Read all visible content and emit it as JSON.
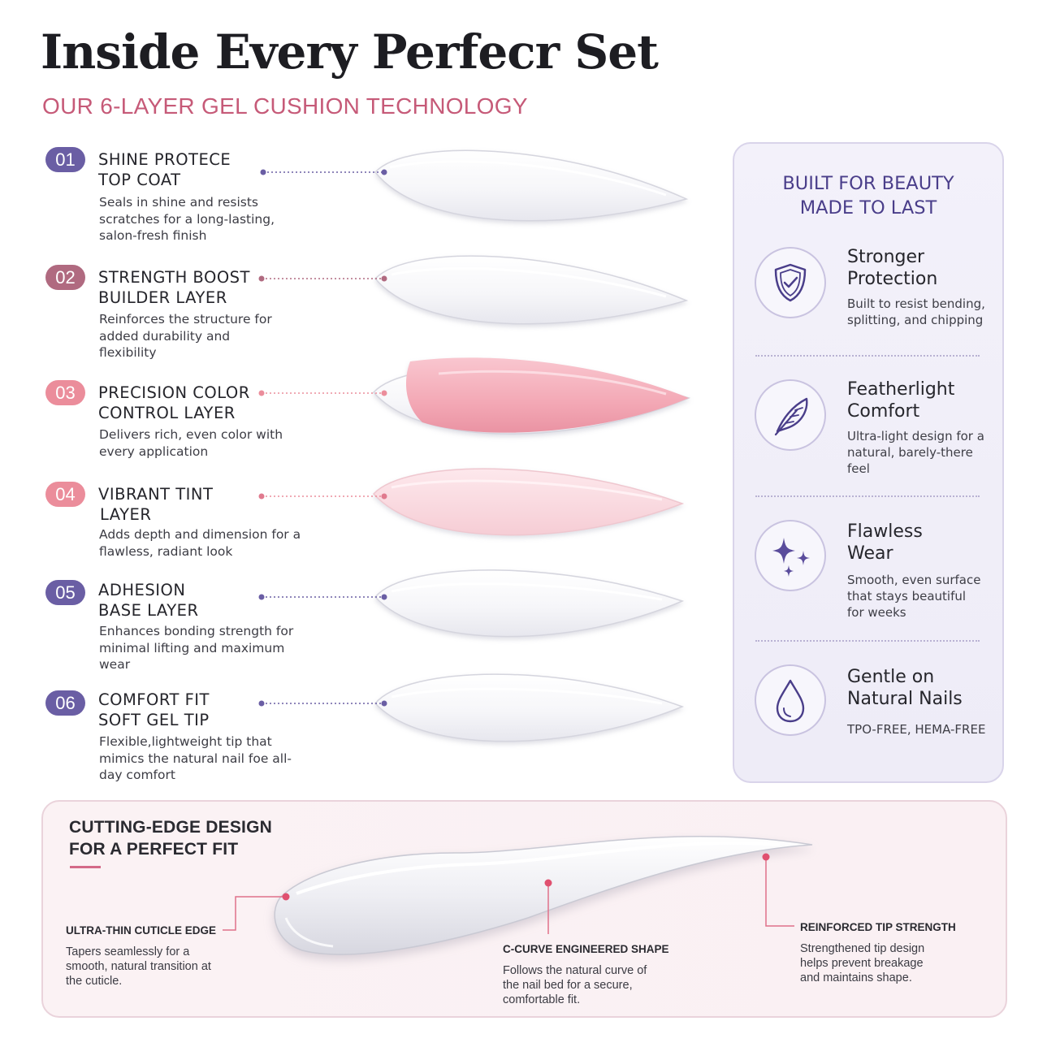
{
  "header": {
    "title": "Inside Every Perfecr Set",
    "subtitle": "OUR 6-LAYER GEL CUSHION TECHNOLOGY"
  },
  "colors": {
    "purple_badge": "#6a5ea4",
    "mauve_badge": "#b06a80",
    "pink_badge": "#eb8d9b",
    "subtitle_pink": "#c65a78",
    "panel_title": "#4a3e8a"
  },
  "layers": [
    {
      "number": "01",
      "name_line1": "SHINE PROTECE",
      "name_line2": "TOP COAT",
      "description": "Seals in shine and resists scratches for a long-lasting, salon-fresh finish"
    },
    {
      "number": "02",
      "name_line1": "STRENGTH BOOST",
      "name_line2": "BUILDER LAYER",
      "description": "Reinforces the structure for added durability and flexibility"
    },
    {
      "number": "03",
      "name_line1": "PRECISION COLOR",
      "name_line2": "CONTROL LAYER",
      "description": "Delivers rich, even color with every application"
    },
    {
      "number": "04",
      "name_line1": "VIBRANT TINT",
      "name_line2": "LAYER",
      "description": "Adds depth and dimension for a flawless, radiant look"
    },
    {
      "number": "05",
      "name_line1": "ADHESION",
      "name_line2": "BASE LAYER",
      "description": "Enhances bonding strength for minimal lifting and maximum wear"
    },
    {
      "number": "06",
      "name_line1": "COMFORT FIT",
      "name_line2": "SOFT GEL TIP",
      "description": "Flexible,lightweight tip that mimics the natural nail foe all-day comfort"
    }
  ],
  "panel": {
    "title_line1": "BUILT FOR BEAUTY",
    "title_line2": "MADE TO LAST",
    "features": [
      {
        "icon": "shield-check-icon",
        "title_line1": "Stronger",
        "title_line2": "Protection",
        "description": "Built to resist bending, splitting, and chipping"
      },
      {
        "icon": "feather-icon",
        "title_line1": "Featherlight",
        "title_line2": "Comfort",
        "description": "Ultra-light design for a natural, barely-there feel"
      },
      {
        "icon": "sparkle-icon",
        "title_line1": "Flawless",
        "title_line2": "Wear",
        "description": "Smooth, even surface that stays beautiful for weeks"
      },
      {
        "icon": "droplet-icon",
        "title_line1": "Gentle on",
        "title_line2": "Natural Nails",
        "description": "TPO-FREE, HEMA-FREE"
      }
    ]
  },
  "design": {
    "title_line1": "CUTTING-EDGE DESIGN",
    "title_line2": "FOR A PERFECT FIT",
    "callouts": [
      {
        "label": "ULTRA-THIN CUTICLE EDGE",
        "description": "Tapers seamlessly for a smooth, natural transition at the cuticle."
      },
      {
        "label": "C-CURVE ENGINEERED SHAPE",
        "description": "Follows the natural curve of the nail bed for a secure, comfortable fit."
      },
      {
        "label": "REINFORCED TIP STRENGTH",
        "description": "Strengthened tip design helps prevent breakage and maintains shape."
      }
    ]
  }
}
